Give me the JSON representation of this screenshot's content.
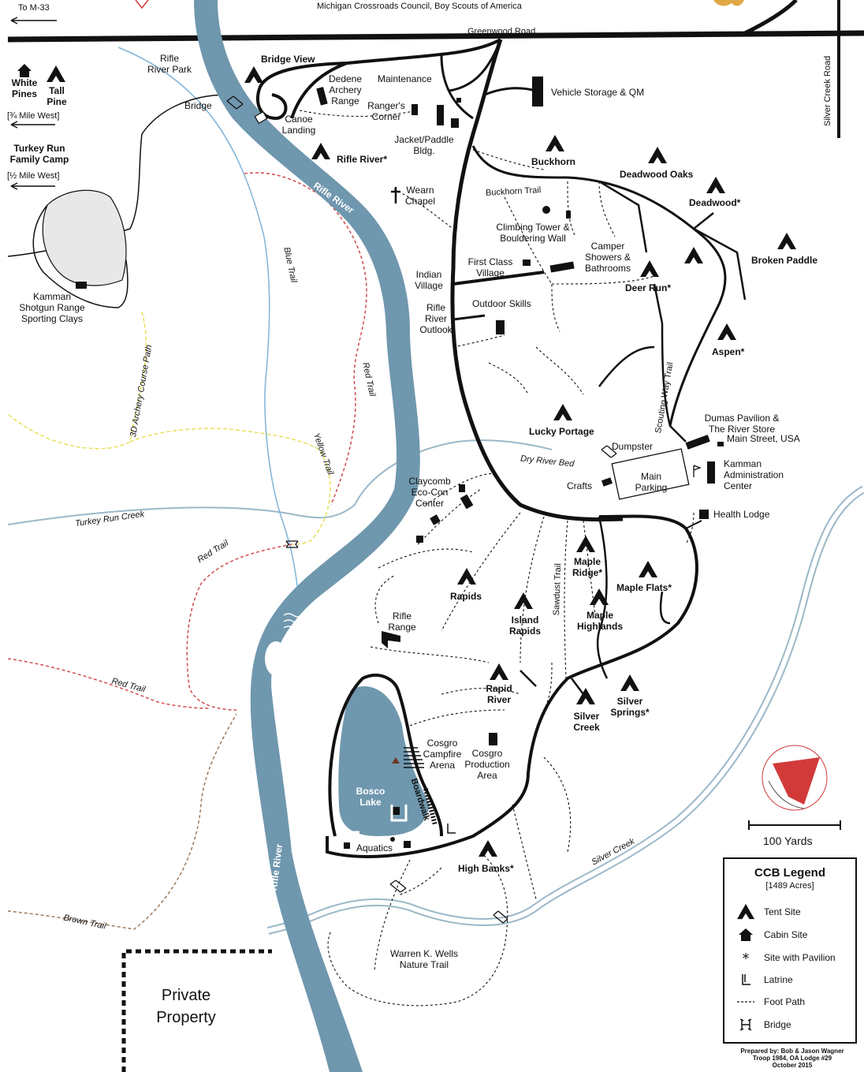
{
  "header": {
    "subtitle": "Michigan Crossroads Council, Boy Scouts of America",
    "to_m33": "To M-33"
  },
  "roads": {
    "greenwood": "Greenwood Road",
    "silver_creek_road": "Silver Creek Road",
    "scouting_way": "Scouting Way Trail",
    "buckhorn_trail": "Buckhorn Trail",
    "sawdust_trail": "Sawdust Trail",
    "boardwalk": "Boardwalk"
  },
  "water": {
    "rifle_river_1": "Rifle River",
    "rifle_river_2": "Rifle River",
    "bosco_lake": "Bosco\nLake",
    "turkey_run_creek": "Turkey Run Creek",
    "dry_river_bed": "Dry River Bed",
    "silver_creek": "Silver Creek"
  },
  "trails": {
    "blue": "Blue Trail",
    "red_1": "Red Trail",
    "red_2": "Red Trail",
    "red_3": "Red Trail",
    "yellow": "Yellow Trail",
    "archery_path": "3D Archery Course Path",
    "brown": "Brown Trail"
  },
  "offsite": {
    "white_pines": "White\nPines",
    "tall_pine": "Tall\nPine",
    "quarter_mile": "[¾ Mile West]",
    "turkey_run": "Turkey Run\nFamily Camp",
    "half_mile": "[½ Mile West]",
    "kamman_shotgun": "Kamman\nShotgun Range\nSporting Clays",
    "private_property": "Private\nProperty"
  },
  "facilities": {
    "rifle_river_park": "Rifle\nRiver Park",
    "bridge": "Bridge",
    "dedene": "Dedene\nArchery\nRange",
    "maintenance": "Maintenance",
    "rangers_corner": "Ranger's\nCorner",
    "vehicle_storage": "Vehicle Storage & QM",
    "canoe_landing": "Canoe\nLanding",
    "jacket_paddle": "Jacket/Paddle\nBldg.",
    "wearn_chapel": "Wearn\nChapel",
    "climbing_tower": "Climbing Tower &\nBouldering Wall",
    "camper_showers": "Camper\nShowers &\nBathrooms",
    "first_class": "First Class\nVillage",
    "indian_village": "Indian\nVillage",
    "rifle_river_outlook": "Rifle\nRiver\nOutlook",
    "outdoor_skills": "Outdoor Skills",
    "dumas_pavilion": "Dumas Pavilion &\nThe River Store",
    "main_street": "Main Street, USA",
    "dumpster": "Dumpster",
    "main_parking": "Main\nParking",
    "crafts": "Crafts",
    "kamman_admin": "Kamman\nAdministration\nCenter",
    "health_lodge": "Health Lodge",
    "claycomb": "Claycomb\nEco-Con\nCenter",
    "rifle_range": "Rifle\nRange",
    "cosgro_campfire": "Cosgro\nCampfire\nArena",
    "cosgro_production": "Cosgro\nProduction\nArea",
    "aquatics": "Aquatics",
    "warren_wells": "Warren K. Wells\nNature Trail"
  },
  "campsites": {
    "bridge_view": "Bridge View",
    "rifle_river": "Rifle River*",
    "buckhorn": "Buckhorn",
    "deadwood_oaks": "Deadwood Oaks",
    "deadwood": "Deadwood*",
    "broken_paddle": "Broken Paddle",
    "deer_run": "Deer Run*",
    "aspen": "Aspen*",
    "lucky_portage": "Lucky Portage",
    "maple_ridge": "Maple\nRidge*",
    "maple_flats": "Maple Flats*",
    "rapids": "Rapids",
    "island_rapids": "Island\nRapids",
    "maple_highlands": "Maple\nHighlands",
    "rapid_river": "Rapid\nRiver",
    "silver_creek": "Silver\nCreek",
    "silver_springs": "Silver\nSprings*",
    "high_banks": "High Banks*"
  },
  "scale": {
    "label": "100 Yards"
  },
  "legend": {
    "title": "CCB Legend",
    "acres": "[1489 Acres]",
    "items": [
      {
        "icon": "tent-icon",
        "label": "Tent Site"
      },
      {
        "icon": "cabin-icon",
        "label": "Cabin Site"
      },
      {
        "icon": "pavilion-icon",
        "label": "Site with Pavilion"
      },
      {
        "icon": "latrine-icon",
        "label": "Latrine"
      },
      {
        "icon": "footpath-icon",
        "label": "Foot Path"
      },
      {
        "icon": "bridge-icon",
        "label": "Bridge"
      }
    ]
  },
  "credit": "Prepared by: Bob & Jason Wagner\nTroop 1984, OA Lodge #29\nOctober 2015",
  "colors": {
    "river": "#6f97ae",
    "blue_trail": "#7fb3d8",
    "red_trail": "#d24c4c",
    "yellow_trail": "#e7e05c",
    "creek": "#9bb8c8",
    "brown_trail": "#a07858",
    "kamman_pond": "#e8e8e8"
  }
}
